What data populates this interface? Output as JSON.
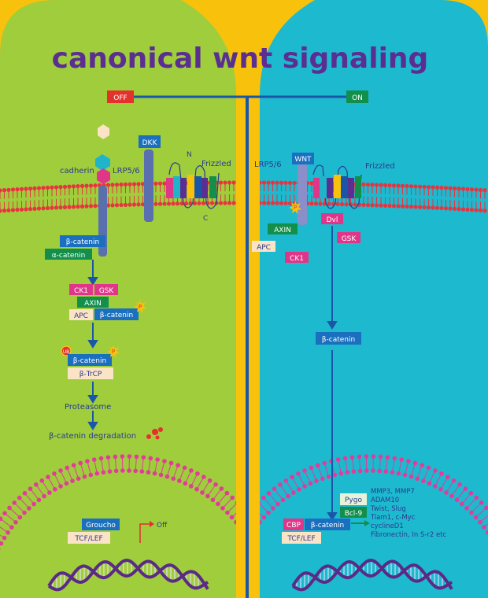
{
  "title": "canonical wnt signaling",
  "switch": {
    "off_label": "OFF",
    "on_label": "ON"
  },
  "colors": {
    "background": "#f8c20c",
    "off_panel": "#9fcd3c",
    "on_panel": "#1db9cf",
    "title": "#5b2e91",
    "membrane": "#e8343f",
    "nucleus": "#e23c9a",
    "dna": "#5a2a86",
    "blue_box": "#1a6fbf",
    "green_box": "#138f4c",
    "pink_box": "#e0368a",
    "cream_box": "#fbe3c6",
    "red_box": "#e3312b"
  },
  "off": {
    "cadherin": "cadherin",
    "lrp": "LRP5/6",
    "dkk": "DKK",
    "frizzled": "Frizzled",
    "n_term": "N",
    "c_term": "C",
    "beta_catenin": "β-catenin",
    "alpha_catenin": "α-catenin",
    "ck1": "CK1",
    "gsk": "GSK",
    "axin": "AXIN",
    "apc": "APC",
    "beta_catenin_2": "β-catenin",
    "p": "P",
    "ub": "UB",
    "beta_catenin_3": "β-catenin",
    "p2": "P",
    "btrcp": "β-TrCP",
    "proteasome": "Proteasome",
    "degradation": "β-catenin degradation",
    "groucho": "Groucho",
    "tcf": "TCF/LEF",
    "off_text": "Off"
  },
  "on": {
    "lrp": "LRP5/6",
    "wnt": "WNT",
    "frizzled": "Frizzled",
    "p": "P",
    "axin": "AXIN",
    "dvl": "Dvl",
    "apc": "APC",
    "ck1": "CK1",
    "gsk": "GSK",
    "beta_catenin": "β-catenin",
    "pygo": "Pygo",
    "bcl9": "Bcl-9",
    "cbp": "CBP",
    "beta_catenin_2": "β-catenin",
    "tcf": "TCF/LEF",
    "targets": [
      "MMP3, MMP7",
      "ADAM10",
      "Twist, Slug",
      "Tiam1, c-Myc",
      "cyclineD1",
      "Fibronectin, In S-r2 etc"
    ]
  }
}
